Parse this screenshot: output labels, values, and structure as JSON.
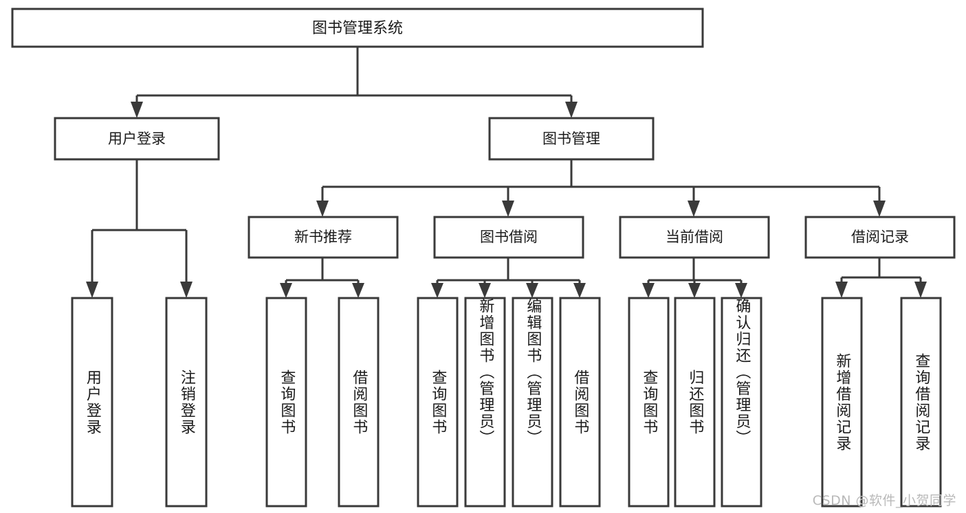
{
  "diagram": {
    "type": "tree-hierarchy",
    "orientation": "top-down",
    "title_node": {
      "label": "图书管理系统"
    },
    "level2": [
      {
        "id": "user-login",
        "label": "用户登录"
      },
      {
        "id": "book-manage",
        "label": "图书管理"
      }
    ],
    "level3": [
      {
        "id": "new-book-recommend",
        "label": "新书推荐",
        "parent": "book-manage"
      },
      {
        "id": "book-borrow",
        "label": "图书借阅",
        "parent": "book-manage"
      },
      {
        "id": "current-borrow",
        "label": "当前借阅",
        "parent": "book-manage"
      },
      {
        "id": "borrow-record",
        "label": "借阅记录",
        "parent": "book-manage"
      }
    ],
    "leaves": [
      {
        "id": "leaf-user-login",
        "label": "用户登录",
        "parent": "user-login"
      },
      {
        "id": "leaf-logout-login",
        "label": "注销登录",
        "parent": "user-login"
      },
      {
        "id": "leaf-query-book-1",
        "label": "查询图书",
        "parent": "new-book-recommend"
      },
      {
        "id": "leaf-borrow-book-1",
        "label": "借阅图书",
        "parent": "new-book-recommend"
      },
      {
        "id": "leaf-query-book-2",
        "label": "查询图书",
        "parent": "book-borrow"
      },
      {
        "id": "leaf-add-book",
        "label": "新增图书（管理员）",
        "parent": "book-borrow"
      },
      {
        "id": "leaf-edit-book",
        "label": "编辑图书（管理员）",
        "parent": "book-borrow"
      },
      {
        "id": "leaf-borrow-book-2",
        "label": "借阅图书",
        "parent": "book-borrow"
      },
      {
        "id": "leaf-query-book-3",
        "label": "查询图书",
        "parent": "current-borrow"
      },
      {
        "id": "leaf-return-book",
        "label": "归还图书",
        "parent": "current-borrow"
      },
      {
        "id": "leaf-confirm-return",
        "label": "确认归还（管理员）",
        "parent": "current-borrow"
      },
      {
        "id": "leaf-add-record",
        "label": "新增借阅记录",
        "parent": "borrow-record"
      },
      {
        "id": "leaf-query-record",
        "label": "查询借阅记录",
        "parent": "borrow-record"
      }
    ],
    "colors": {
      "stroke": "#3a3a3a",
      "fill": "#ffffff",
      "text": "#1b1b1b",
      "watermark": "#b9b9b9"
    }
  },
  "watermark": {
    "text": "CSDN @软件_小贺同学"
  }
}
